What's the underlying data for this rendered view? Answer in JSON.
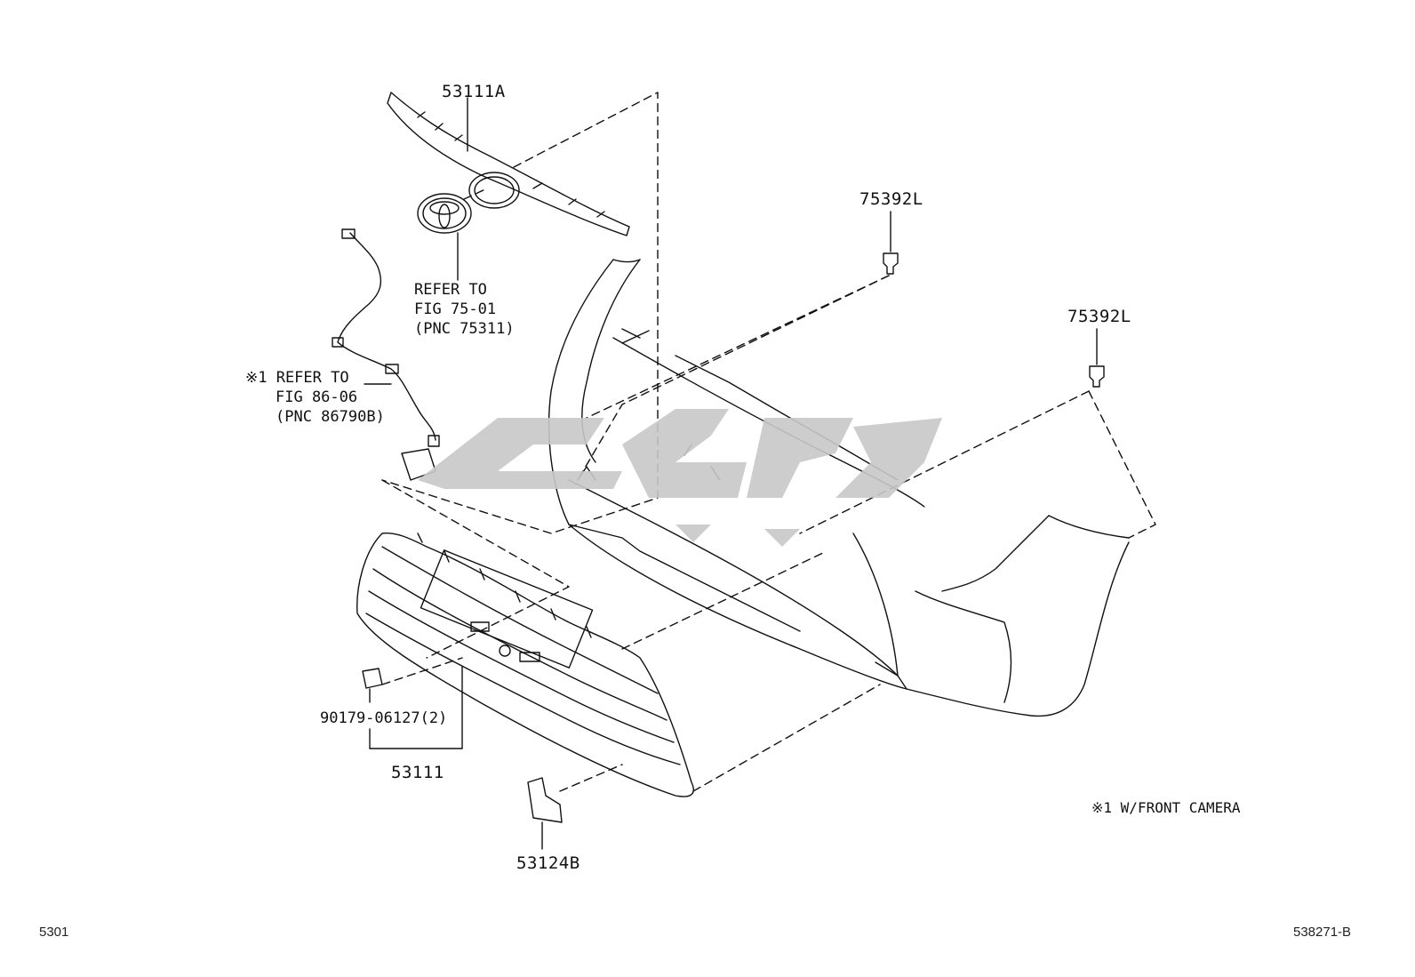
{
  "diagram": {
    "parts": {
      "upper_grille_molding": "53111A",
      "clip_top": "75392L",
      "clip_right": "75392L",
      "lower_grille": "53111",
      "nut": "90179-06127(2)",
      "bracket": "53124B"
    },
    "notes": {
      "emblem_ref": [
        "REFER TO",
        "FIG 75-01",
        "(PNC 75311)"
      ],
      "camera_ref": [
        "※1 REFER TO",
        "FIG 86-06",
        "(PNC 86790B)"
      ],
      "footnote": "※1 W/FRONT CAMERA"
    },
    "page_code": "5301",
    "figure_code": "538271-B",
    "watermark_color": "#c8c8c8",
    "line_color": "#111111"
  }
}
